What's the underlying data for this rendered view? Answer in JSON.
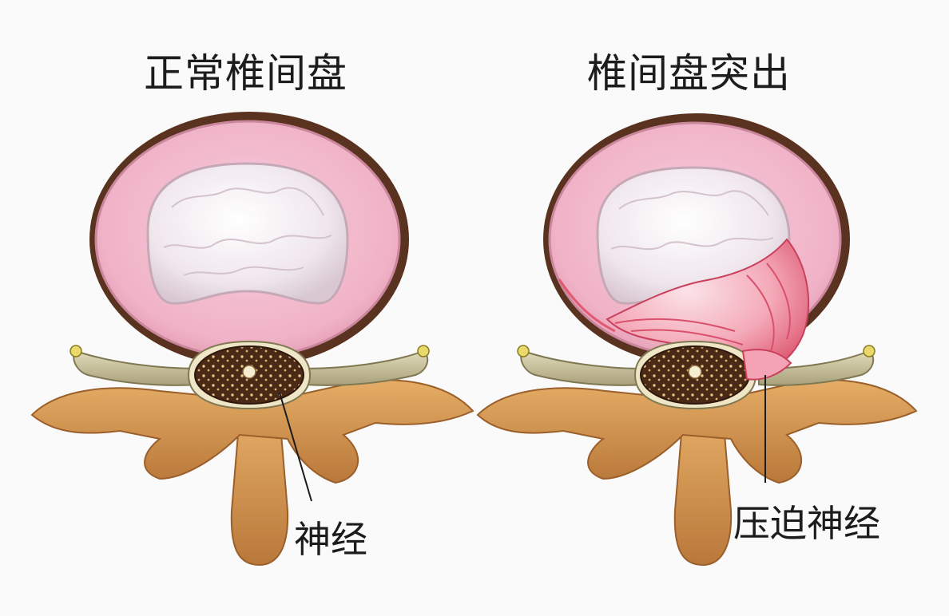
{
  "panels": {
    "left": {
      "title": "正常椎间盘",
      "label": "神经"
    },
    "right": {
      "title": "椎间盘突出",
      "label": "压迫神经"
    }
  },
  "colors": {
    "annulus": "#f2b8cc",
    "annulus_edge": "#c9869c",
    "rim": "#5a3320",
    "nucleus": "#f3eef2",
    "bone": "#d6974e",
    "nerve": "#c9c29a",
    "herniation": "#e25a72",
    "background": "#fafafa"
  }
}
